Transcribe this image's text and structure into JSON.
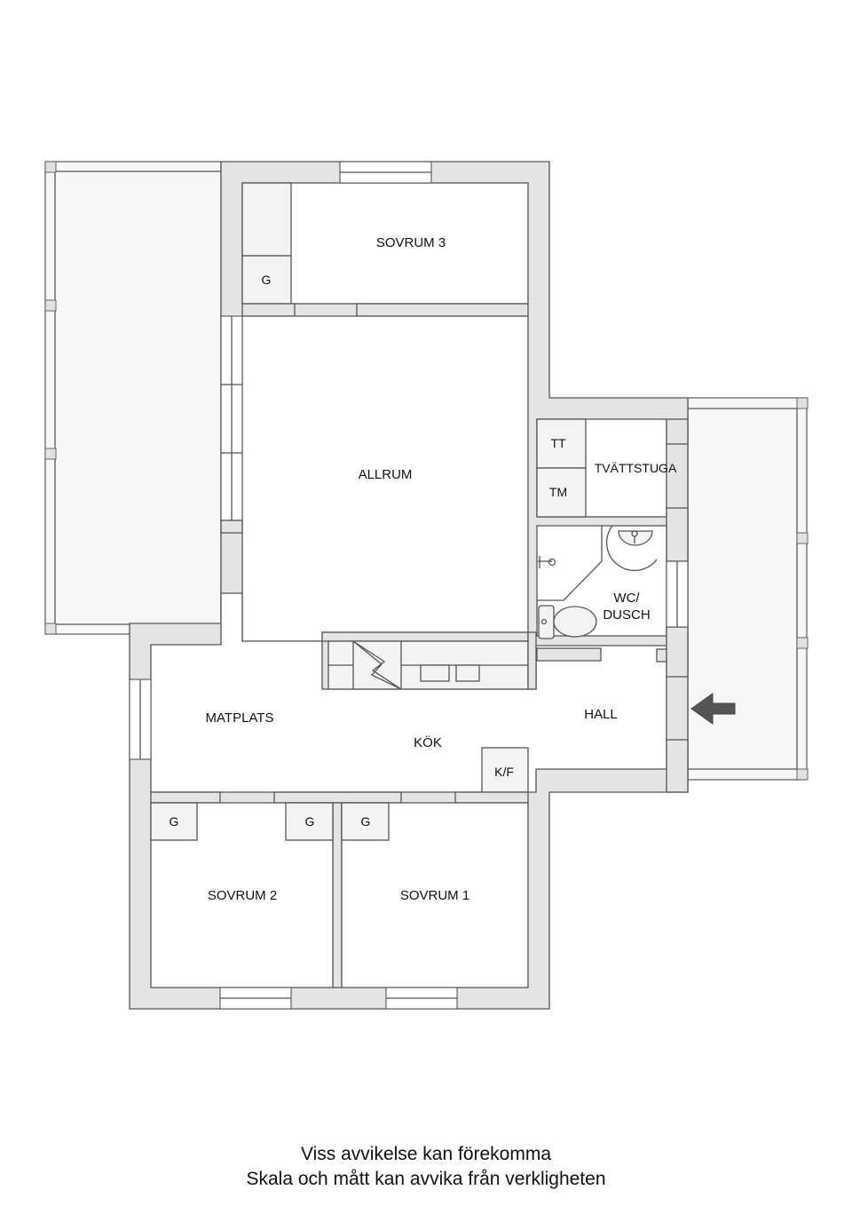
{
  "plan": {
    "rooms": {
      "sovrum3": "SOVRUM 3",
      "allrum": "ALLRUM",
      "tvattstuga": "TVÄTTSTUGA",
      "wc_line1": "WC/",
      "wc_line2": "DUSCH",
      "matplats": "MATPLATS",
      "kok": "KÖK",
      "hall": "HALL",
      "sovrum2": "SOVRUM 2",
      "sovrum1": "SOVRUM 1"
    },
    "fixtures": {
      "wardrobe_sovrum3": "G",
      "wardrobe_sovrum2": "G",
      "wardrobe_sovrum1_left": "G",
      "wardrobe_sovrum1_right": "G",
      "dryer": "TT",
      "washer": "TM",
      "fridge_freezer": "K/F"
    },
    "entrance_icon": "arrow-left-icon",
    "colors": {
      "wall_fill": "#e4e4e4",
      "terrace_fill": "#f6f6f6",
      "outline": "#555555",
      "arrow": "#555555"
    }
  },
  "footer": {
    "line1": "Viss avvikelse kan förekomma",
    "line2": "Skala och mått kan avvika från verkligheten"
  }
}
